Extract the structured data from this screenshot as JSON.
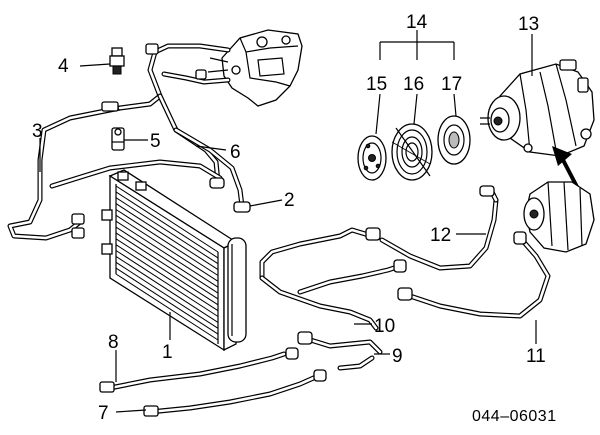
{
  "diagram": {
    "part_code": "044–06031",
    "callouts": [
      {
        "id": "1",
        "label": "1"
      },
      {
        "id": "2",
        "label": "2"
      },
      {
        "id": "3",
        "label": "3"
      },
      {
        "id": "4",
        "label": "4"
      },
      {
        "id": "5",
        "label": "5"
      },
      {
        "id": "6",
        "label": "6"
      },
      {
        "id": "7",
        "label": "7"
      },
      {
        "id": "8",
        "label": "8"
      },
      {
        "id": "9",
        "label": "9"
      },
      {
        "id": "10",
        "label": "10"
      },
      {
        "id": "11",
        "label": "11"
      },
      {
        "id": "12",
        "label": "12"
      },
      {
        "id": "13",
        "label": "13"
      },
      {
        "id": "14",
        "label": "14"
      },
      {
        "id": "15",
        "label": "15"
      },
      {
        "id": "16",
        "label": "16"
      },
      {
        "id": "17",
        "label": "17"
      }
    ]
  }
}
